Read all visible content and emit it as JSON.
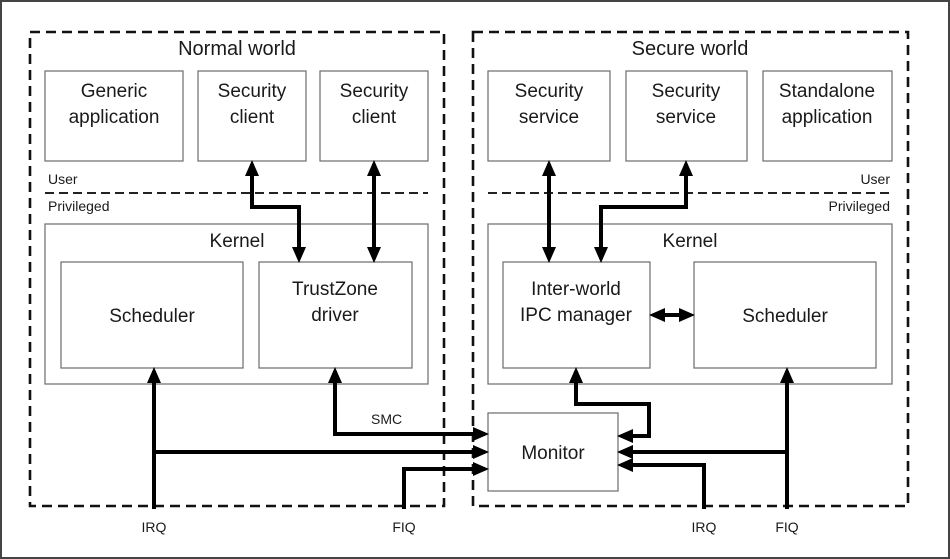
{
  "normal_world": {
    "title": "Normal world",
    "apps": [
      "Generic\napplication",
      "Security\nclient",
      "Security\nclient"
    ],
    "user_label": "User",
    "privileged_label": "Privileged",
    "kernel_label": "Kernel",
    "scheduler_label": "Scheduler",
    "driver_label": "TrustZone\ndriver"
  },
  "secure_world": {
    "title": "Secure world",
    "apps": [
      "Security\nservice",
      "Security\nservice",
      "Standalone\napplication"
    ],
    "user_label": "User",
    "privileged_label": "Privileged",
    "kernel_label": "Kernel",
    "ipc_label": "Inter-world\nIPC manager",
    "scheduler_label": "Scheduler"
  },
  "monitor_label": "Monitor",
  "smc_label": "SMC",
  "signals": {
    "normal_irq": "IRQ",
    "normal_fiq": "FIQ",
    "secure_irq": "IRQ",
    "secure_fiq": "FIQ"
  }
}
